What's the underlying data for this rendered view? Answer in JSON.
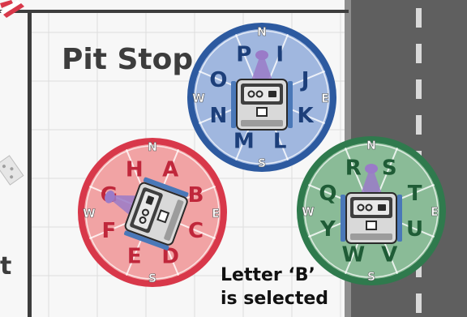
{
  "board": {
    "title": "Pit Stop",
    "edge_text": "t",
    "caption_line1": "Letter ‘B’",
    "caption_line2": "is selected",
    "colors": {
      "background": "#ffffff",
      "grid": "#d6d6d6",
      "track": "#8e8e8e",
      "road": "#5f5f5f",
      "lane": "#d9d9d9",
      "title": "#3d3d3d"
    }
  },
  "wheels": [
    {
      "id": "blue",
      "compass": {
        "n": "N",
        "e": "E",
        "s": "S",
        "w": "W"
      },
      "letters": [
        "P",
        "I",
        "J",
        "K",
        "L",
        "M",
        "N",
        "O"
      ],
      "colors": {
        "fill": "#a7bde3",
        "ring": "#2d5aa0",
        "text": "#1d3f7a",
        "divider": "#ffffff"
      }
    },
    {
      "id": "red",
      "compass": {
        "n": "N",
        "e": "E",
        "s": "S",
        "w": "W"
      },
      "letters": [
        "H",
        "A",
        "B",
        "C",
        "D",
        "E",
        "F",
        "G"
      ],
      "colors": {
        "fill": "#f2a9a9",
        "ring": "#d8384a",
        "text": "#c0273b",
        "divider": "#ffffff"
      }
    },
    {
      "id": "green",
      "compass": {
        "n": "N",
        "e": "E",
        "s": "S",
        "w": "W"
      },
      "letters": [
        "R",
        "S",
        "T",
        "U",
        "V",
        "W",
        "Y",
        "Q"
      ],
      "colors": {
        "fill": "#8fbf9b",
        "ring": "#2f7a4d",
        "text": "#1f5c36",
        "divider": "#ffffff"
      }
    }
  ],
  "selection": {
    "wheel": "red",
    "letter": "B"
  },
  "robot": {
    "body": "#3f3f3f",
    "screen": "#e8e8e8",
    "cone": "#9a7bc8",
    "tread": "#4a78b8"
  }
}
